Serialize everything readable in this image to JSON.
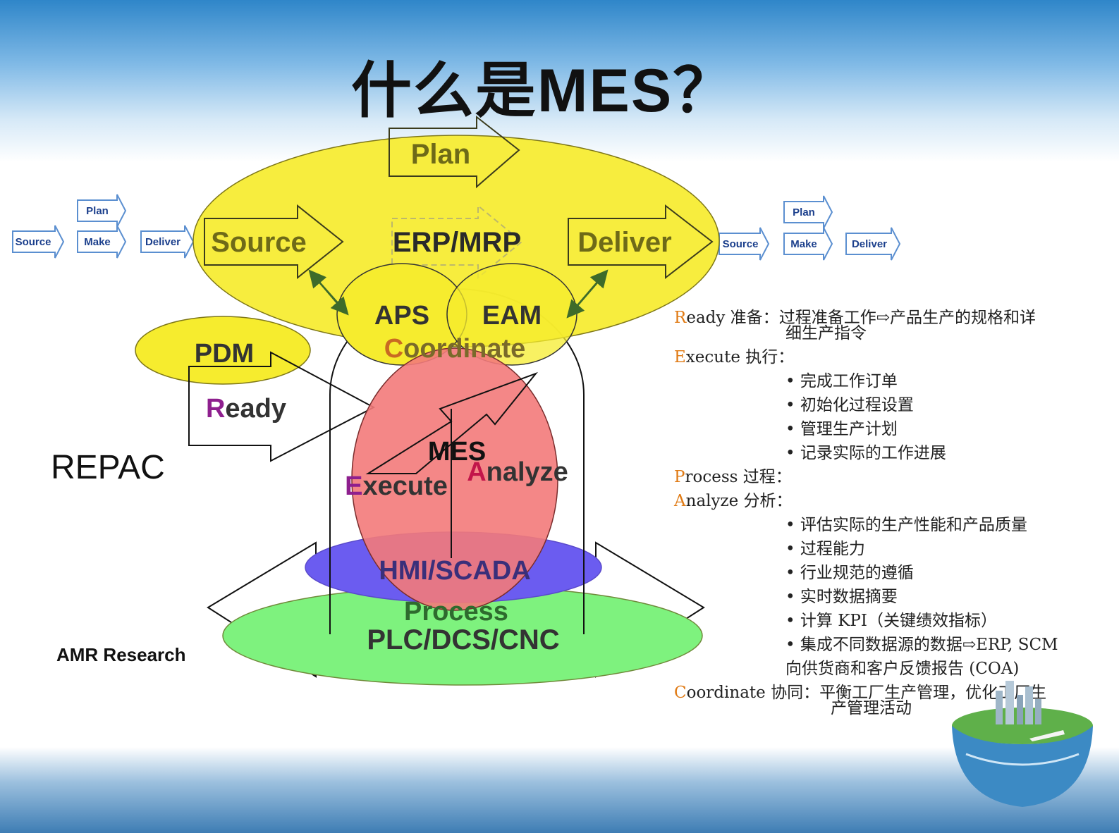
{
  "title": {
    "cjk": "什么是",
    "latin": "MES",
    "mark": "？"
  },
  "diagram": {
    "left_chain": {
      "plan": "Plan",
      "source": "Source",
      "make": "Make",
      "deliver": "Deliver"
    },
    "right_chain": {
      "plan": "Plan",
      "source": "Source",
      "make": "Make",
      "deliver": "Deliver"
    },
    "big_plan": "Plan",
    "big_source": "Source",
    "big_deliver": "Deliver",
    "erp": "ERP/MRP",
    "aps": "APS",
    "eam": "EAM",
    "coordinate": {
      "initial": "C",
      "rest": "oordinate"
    },
    "pdm": "PDM",
    "ready": {
      "initial": "R",
      "rest": "eady"
    },
    "mes": "MES",
    "execute": {
      "initial": "E",
      "rest": "xecute"
    },
    "analyze": {
      "initial": "A",
      "rest": "nalyze"
    },
    "hmi": "HMI/SCADA",
    "process": "Process",
    "plc": "PLC/DCS/CNC",
    "colors": {
      "yellow": "#f6ec2e",
      "red": "#f37a7a",
      "blue": "#6b5cf0",
      "green": "#7ef27e",
      "magenta": "#8e1f8e",
      "crimson": "#c2154a",
      "orange": "#e07a14"
    }
  },
  "repac": "REPAC",
  "amr": "AMR Research",
  "notes": {
    "ready": {
      "initial": "R",
      "rest": "eady",
      "label": " 准备：",
      "text": "过程准备工作⇨产品生产的规格和详",
      "cont": "细生产指令"
    },
    "execute": {
      "initial": "E",
      "rest": "xecute",
      "label": " 执行："
    },
    "execute_items": [
      "完成工作订单",
      "初始化过程设置",
      "管理生产计划",
      "记录实际的工作进展"
    ],
    "process": {
      "initial": "P",
      "rest": "rocess",
      "label": " 过程："
    },
    "analyze": {
      "initial": "A",
      "rest": "nalyze",
      "label": " 分析："
    },
    "analyze_items": [
      "评估实际的生产性能和产品质量",
      "过程能力",
      "行业规范的遵循",
      "实时数据摘要",
      "计算 KPI（关键绩效指标）",
      "集成不同数据源的数据⇨ERP, SCM"
    ],
    "analyze_tail": "向供货商和客户反馈报告 (COA)",
    "coordinate": {
      "initial": "C",
      "rest": "oordinate",
      "label": " 协同：",
      "text": "平衡工厂生产管理，优化工厂生",
      "cont": "产管理活动"
    }
  }
}
